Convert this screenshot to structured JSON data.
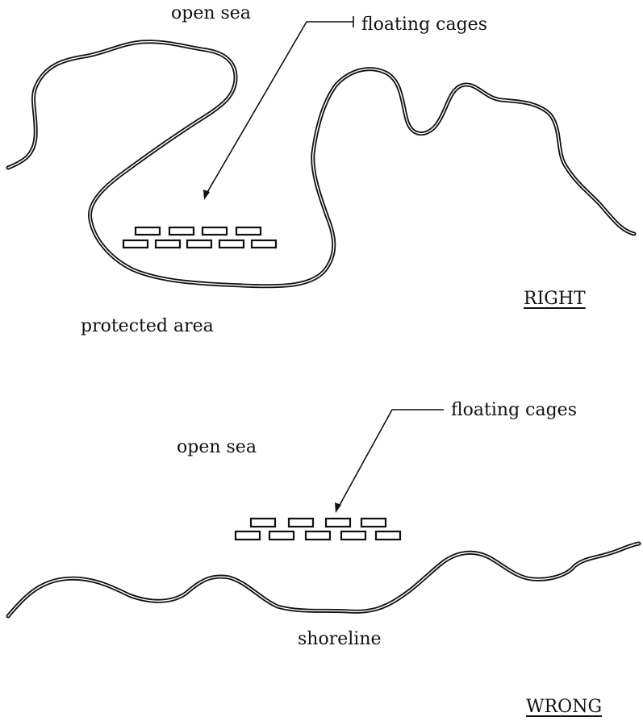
{
  "right_panel": {
    "open_sea_label": "open sea",
    "cages_label": "floating cages",
    "area_label": "protected area",
    "verdict": "RIGHT"
  },
  "wrong_panel": {
    "open_sea_label": "open sea",
    "cages_label": "floating cages",
    "shore_label": "shoreline",
    "verdict": "WRONG"
  },
  "colors": {
    "ink": "#111111",
    "background": "#ffffff"
  },
  "cage_layout": {
    "top_row_count": 4,
    "bottom_row_count": 5
  }
}
